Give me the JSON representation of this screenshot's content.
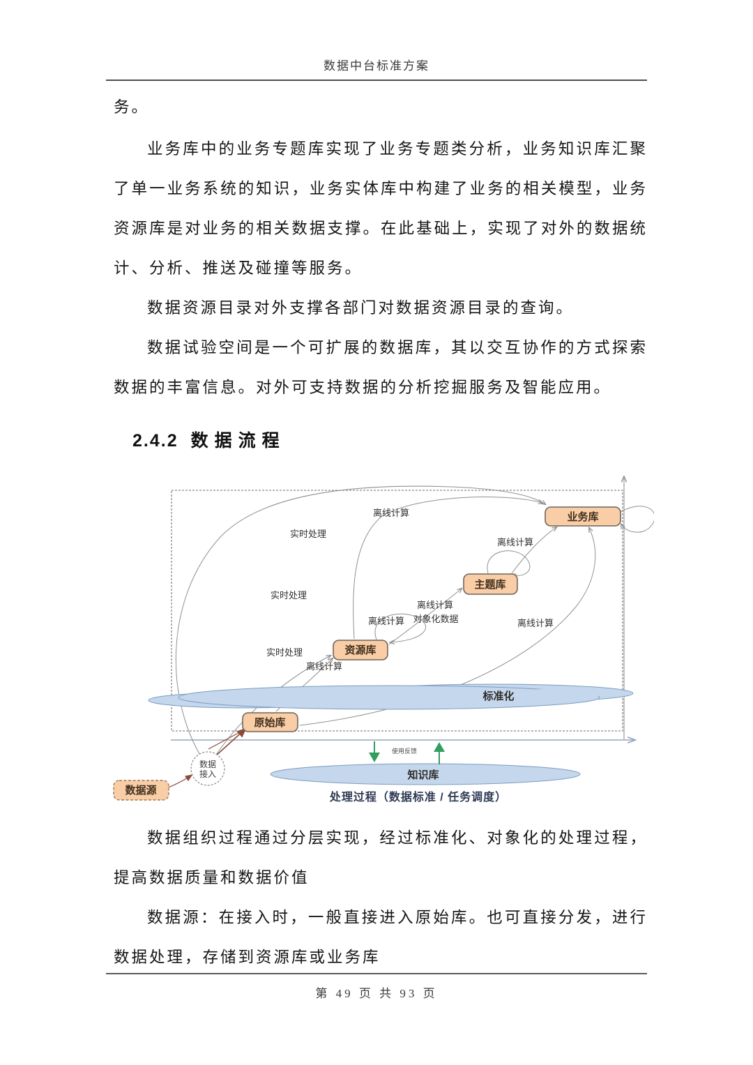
{
  "header": {
    "doc_title": "数据中台标准方案"
  },
  "body": {
    "p0_lines": [
      "务。"
    ],
    "p1_lines": [
      "业务库中的业务专题库实现了业务专题类分析，业务知识库汇聚",
      "了单一业务系统的知识，业务实体库中构建了业务的相关模型，业务",
      "资源库是对业务的相关数据支撑。在此基础上，实现了对外的数据统",
      "计、分析、推送及碰撞等服务。"
    ],
    "p2_lines": [
      "数据资源目录对外支撑各部门对数据资源目录的查询。"
    ],
    "p3_lines": [
      "数据试验空间是一个可扩展的数据库，其以交互协作的方式探索",
      "数据的丰富信息。对外可支持数据的分析挖掘服务及智能应用。"
    ],
    "p4_lines": [
      "数据组织过程通过分层实现，经过标准化、对象化的处理过程，",
      "提高数据质量和数据价值"
    ],
    "p5_lines": [
      "数据源：在接入时，一般直接进入原始库。也可直接分发，进行",
      "数据处理，存储到资源库或业务库"
    ]
  },
  "heading": {
    "number": "2.4.2",
    "title": "数据流程"
  },
  "diagram": {
    "nodes": {
      "yewuku": "业务库",
      "zhutiku": "主题库",
      "ziyuanku": "资源库",
      "yuanshiku": "原始库",
      "shujuyuan": "数据源",
      "jieru_line1": "数据",
      "jieru_line2": "接入",
      "biaozhunhua": "标准化",
      "zhishiku": "知识库"
    },
    "edge_labels": {
      "offline_top": "离线计算",
      "realtime_1": "实时处理",
      "realtime_2": "实时处理",
      "realtime_3": "实时处理",
      "offline_theme_biz": "离线计算",
      "offline_res_loop": "离线计算",
      "offline_obj_line1": "离线计算",
      "offline_obj_line2": "对象化数据",
      "offline_right": "离线计算",
      "offline_raw_res": "离线计算",
      "feedback": "使用反馈"
    },
    "caption": "处理过程（数据标准 / 任务调度）",
    "colors": {
      "node_fill": "#F9CDA5",
      "node_border": "#6E655B",
      "ellipse_fill": "#C4D7EC",
      "ellipse_border": "#7E9CC0",
      "arrow_gray": "#909090",
      "arrow_brown": "#8B4B3C",
      "arrow_green": "#2F9E5F",
      "axis_blue": "#93A6BC",
      "caption_color": "#2E3A53"
    }
  },
  "footer": {
    "page_info": "第 49 页 共 93 页"
  }
}
